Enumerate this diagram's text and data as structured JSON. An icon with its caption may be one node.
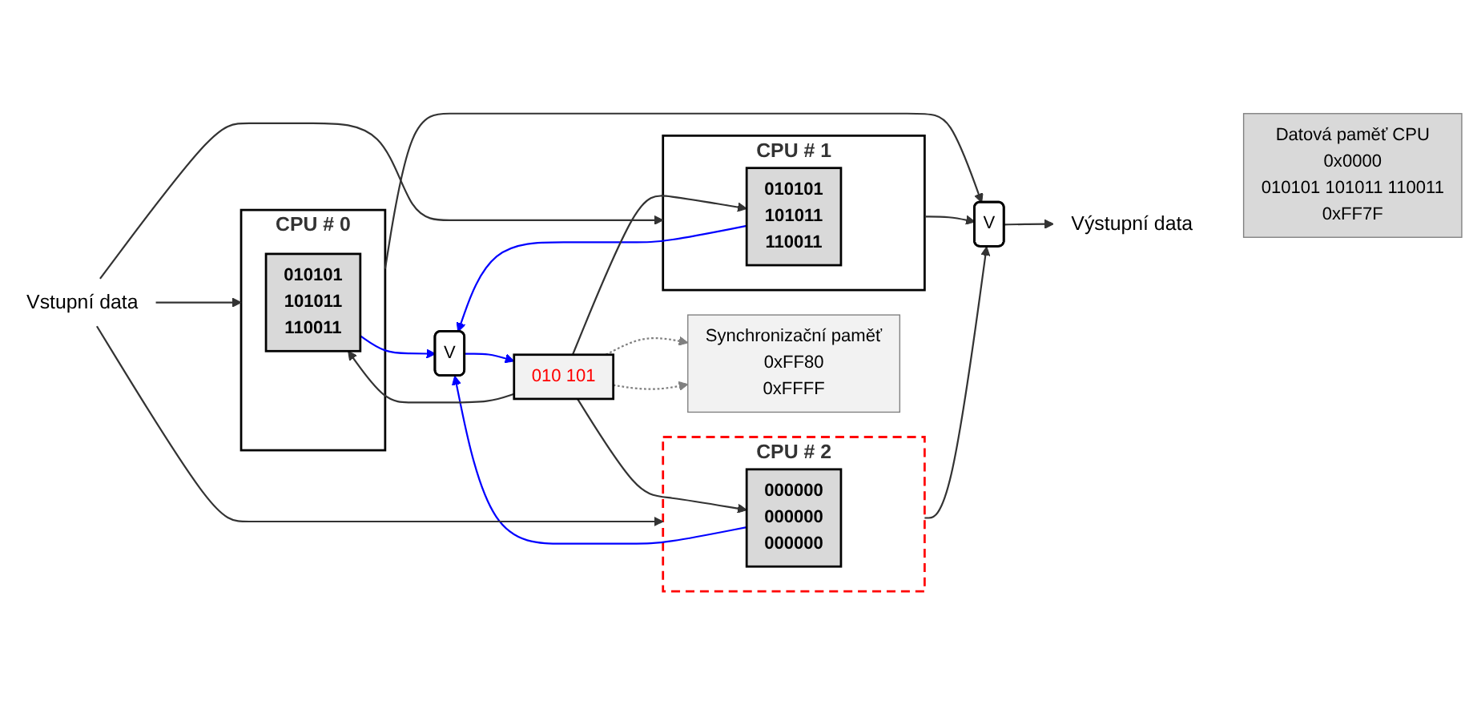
{
  "diagram": {
    "nodes": [
      {
        "text": [
          "Vstupní data"
        ]
      },
      {
        "text": [
          "CPU # 0"
        ]
      },
      {
        "text": [
          "010101",
          "101011",
          "110011"
        ],
        "in": 1
      },
      {
        "text": [
          "CPU # 1"
        ]
      },
      {
        "text": [
          "010101",
          "101011",
          "110011"
        ],
        "in": 3
      },
      {
        "text": [
          "CPU # 2"
        ]
      },
      {
        "text": [
          "000000",
          "000000",
          "000000"
        ],
        "in": 5
      },
      {
        "text": [
          "V"
        ]
      },
      {
        "text": [
          "010 101"
        ]
      },
      {
        "text": [
          "V"
        ]
      },
      {
        "text": [
          "Výstupní data"
        ]
      },
      {
        "text": [
          "Datová paměť CPU",
          "0x0000",
          "010101 101011 110011",
          "0xFF7F"
        ]
      },
      {
        "text": [
          "Synchronizační paměť",
          "0xFF80",
          "0xFFFF"
        ]
      }
    ],
    "edges": [
      {
        "from": 0,
        "to": 1,
        "arrow": "to"
      },
      {
        "from": 0,
        "to": 3,
        "arrow": "to"
      },
      {
        "from": 0,
        "to": 5,
        "arrow": "to"
      },
      {
        "from": 2,
        "to": 7,
        "arrow": "to",
        "color": "#0000ff"
      },
      {
        "from": 4,
        "to": 7,
        "arrow": "to",
        "color": "#0000ff"
      },
      {
        "from": 6,
        "to": 7,
        "arrow": "to",
        "color": "#0000ff"
      },
      {
        "from": 7,
        "to": 8,
        "arrow": "to",
        "color": "#0000ff"
      },
      {
        "from": 8,
        "to": 2,
        "arrow": "to"
      },
      {
        "from": 8,
        "to": 4,
        "arrow": "to"
      },
      {
        "from": 8,
        "to": 6,
        "arrow": "to"
      },
      {
        "from": 1,
        "to": 9,
        "arrow": "to"
      },
      {
        "from": 3,
        "to": 9,
        "arrow": "to"
      },
      {
        "from": 5,
        "to": 9,
        "arrow": "to"
      },
      {
        "from": 9,
        "to": 10,
        "arrow": "to"
      },
      {
        "from": 8,
        "to": 12,
        "arrow": "to",
        "style": "dashed",
        "color": "#808080"
      },
      {
        "from": 8,
        "to": 12,
        "arrow": "to",
        "style": "dashed",
        "color": "#808080"
      }
    ]
  }
}
